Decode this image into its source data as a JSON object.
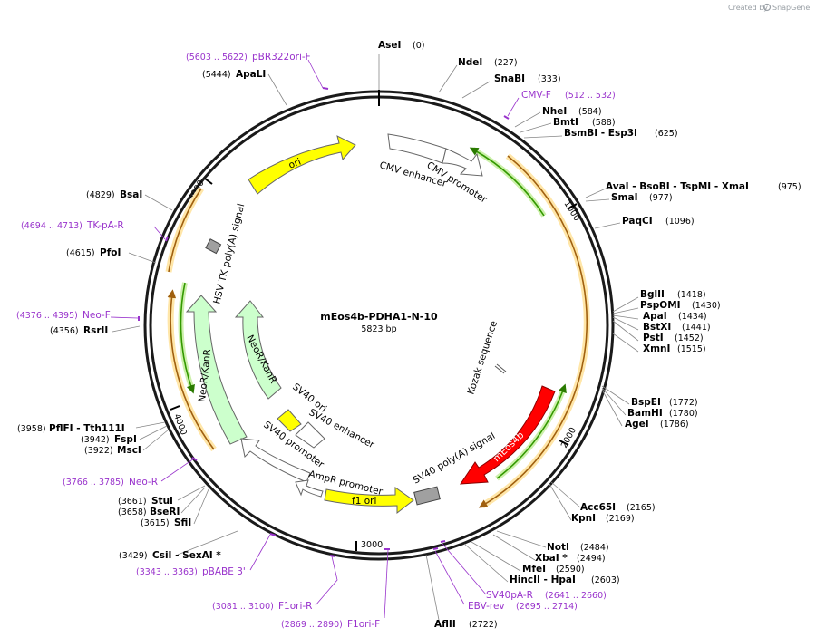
{
  "credit": {
    "created_by": "Created by",
    "brand": "SnapGene"
  },
  "plasmid": {
    "name": "mEos4b-PDHA1-N-10",
    "size": "5823 bp"
  },
  "ticks": [
    "1000",
    "2000",
    "3000",
    "4000",
    "5000"
  ],
  "sites": [
    {
      "name": "AseI",
      "pos": "(0)"
    },
    {
      "name": "NdeI",
      "pos": "(227)"
    },
    {
      "name": "SnaBI",
      "pos": "(333)"
    },
    {
      "name": "NheI",
      "pos": "(584)"
    },
    {
      "name": "BmtI",
      "pos": "(588)"
    },
    {
      "name": "BsmBI - Esp3I",
      "pos": "(625)"
    },
    {
      "name": "AvaI - BsoBI - TspMI - XmaI",
      "pos": "(975)"
    },
    {
      "name": "SmaI",
      "pos": "(977)"
    },
    {
      "name": "PaqCI",
      "pos": "(1096)"
    },
    {
      "name": "BglII",
      "pos": "(1418)"
    },
    {
      "name": "PspOMI",
      "pos": "(1430)"
    },
    {
      "name": "ApaI",
      "pos": "(1434)"
    },
    {
      "name": "BstXI",
      "pos": "(1441)"
    },
    {
      "name": "PstI",
      "pos": "(1452)"
    },
    {
      "name": "XmnI",
      "pos": "(1515)"
    },
    {
      "name": "BspEI",
      "pos": "(1772)"
    },
    {
      "name": "BamHI",
      "pos": "(1780)"
    },
    {
      "name": "AgeI",
      "pos": "(1786)"
    },
    {
      "name": "Acc65I",
      "pos": "(2165)"
    },
    {
      "name": "KpnI",
      "pos": "(2169)"
    },
    {
      "name": "NotI",
      "pos": "(2484)"
    },
    {
      "name": "XbaI *",
      "pos": "(2494)"
    },
    {
      "name": "MfeI",
      "pos": "(2590)"
    },
    {
      "name": "HincII - HpaI",
      "pos": "(2603)"
    },
    {
      "name": "AflII",
      "pos": "(2722)"
    },
    {
      "name": "CsiI - SexAI *",
      "pos": "(3429)"
    },
    {
      "name": "SfiI",
      "pos": "(3615)"
    },
    {
      "name": "BseRI",
      "pos": "(3658)"
    },
    {
      "name": "StuI",
      "pos": "(3661)"
    },
    {
      "name": "MscI",
      "pos": "(3922)"
    },
    {
      "name": "FspI",
      "pos": "(3942)"
    },
    {
      "name": "PflFI - Tth111I",
      "pos": "(3958)"
    },
    {
      "name": "RsrII",
      "pos": "(4356)"
    },
    {
      "name": "PfoI",
      "pos": "(4615)"
    },
    {
      "name": "BsaI",
      "pos": "(4829)"
    },
    {
      "name": "ApaLI",
      "pos": "(5444)"
    }
  ],
  "primers": [
    {
      "name": "pBR322ori-F",
      "range": "(5603 .. 5622)"
    },
    {
      "name": "CMV-F",
      "range": "(512 .. 532)"
    },
    {
      "name": "TK-pA-R",
      "range": "(4694 .. 4713)"
    },
    {
      "name": "Neo-F",
      "range": "(4376 .. 4395)"
    },
    {
      "name": "Neo-R",
      "range": "(3766 .. 3785)"
    },
    {
      "name": "pBABE 3'",
      "range": "(3343 .. 3363)"
    },
    {
      "name": "F1ori-R",
      "range": "(3081 .. 3100)"
    },
    {
      "name": "F1ori-F",
      "range": "(2869 .. 2890)"
    },
    {
      "name": "EBV-rev",
      "range": "(2695 .. 2714)"
    },
    {
      "name": "SV40pA-R",
      "range": "(2641 .. 2660)"
    }
  ],
  "features": {
    "ori": "ori",
    "cmv_enhancer": "CMV enhancer",
    "cmv_promoter": "CMV promoter",
    "hsv_tk_polya": "HSV TK poly(A) signal",
    "neo_outer": "NeoR/KanR",
    "neo_inner": "NeoR/KanR",
    "sv40_ori": "SV40 ori",
    "sv40_enhancer": "SV40 enhancer",
    "sv40_promoter": "SV40 promoter",
    "ampr_promoter": "AmpR promoter",
    "f1_ori": "f1 ori",
    "sv40_polya": "SV40 poly(A) signal",
    "meos4b": "mEos4b",
    "kozak": "Kozak sequence"
  },
  "colors": {
    "backbone": "#1a1a1a",
    "primer": "#9933cc",
    "ori": "#ffff00",
    "neo": "#ccffcc",
    "meos": "#ff0000",
    "promoter": "#ffffff",
    "polya": "#a0a0a0",
    "orf_orange": "#ffcc66",
    "orf_green": "#339900"
  }
}
